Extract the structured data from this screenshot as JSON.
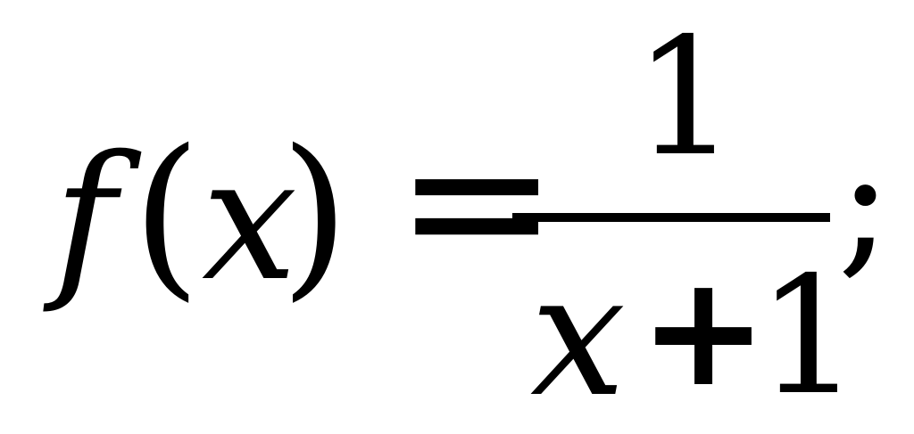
{
  "formula": {
    "lhs": {
      "function_name": "f",
      "left_paren": "(",
      "variable": "x",
      "right_paren": ")"
    },
    "equals": "=",
    "fraction": {
      "numerator": "1",
      "denominator": {
        "variable": "x",
        "operator": "+",
        "constant": "1"
      }
    },
    "terminator": ";"
  }
}
